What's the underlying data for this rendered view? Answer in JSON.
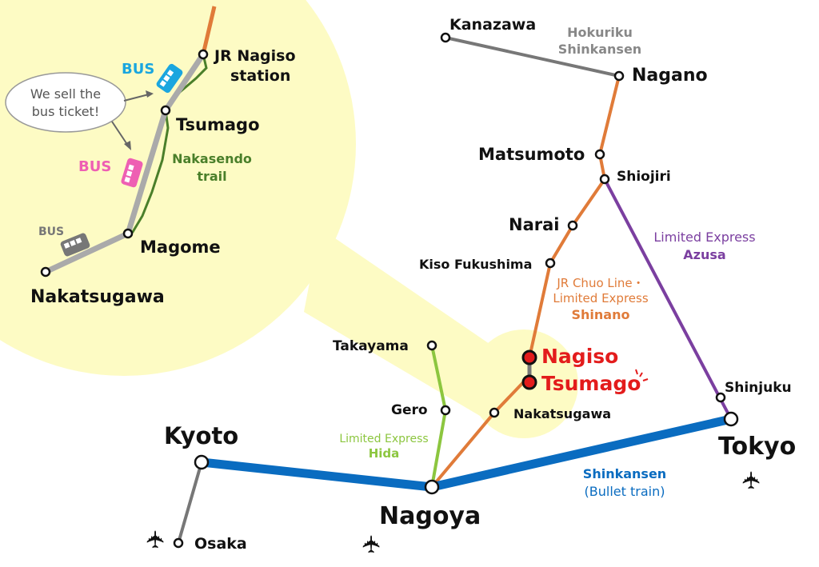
{
  "colors": {
    "chuo": "#e07b39",
    "azusa": "#7b3fa0",
    "shinkansen": "#0a6cc0",
    "hida": "#8cc63f",
    "hokuriku": "#777777",
    "trail": "#4a7f2a",
    "highlight": "#e31c1c",
    "inset_bg": "#fdfbc4"
  },
  "stations": {
    "kanazawa": "Kanazawa",
    "nagano": "Nagano",
    "matsumoto": "Matsumoto",
    "shiojiri": "Shiojiri",
    "narai": "Narai",
    "kiso_fukushima": "Kiso Fukushima",
    "nagiso": "Nagiso",
    "tsumago": "Tsumago",
    "nakatsugawa": "Nakatsugawa",
    "nagoya": "Nagoya",
    "takayama": "Takayama",
    "gero": "Gero",
    "kyoto": "Kyoto",
    "osaka": "Osaka",
    "tokyo": "Tokyo",
    "shinjuku": "Shinjuku"
  },
  "lines": {
    "hokuriku": [
      "Hokuriku",
      "Shinkansen"
    ],
    "chuo": [
      "JR Chuo Line・",
      "Limited Express",
      "Shinano"
    ],
    "azusa": [
      "Limited Express",
      "Azusa"
    ],
    "hida": [
      "Limited Express",
      "Hida"
    ],
    "shinkansen": [
      "Shinkansen",
      "(Bullet train)"
    ]
  },
  "inset": {
    "jr_nagiso": [
      "JR Nagiso",
      "station"
    ],
    "tsumago": "Tsumago",
    "magome": "Magome",
    "nakatsugawa": "Nakatsugawa",
    "trail": [
      "Nakasendo",
      "trail"
    ],
    "bus_label": "BUS",
    "bubble": [
      "We sell the",
      "bus ticket!"
    ]
  },
  "icons": {
    "airport": "✈"
  }
}
